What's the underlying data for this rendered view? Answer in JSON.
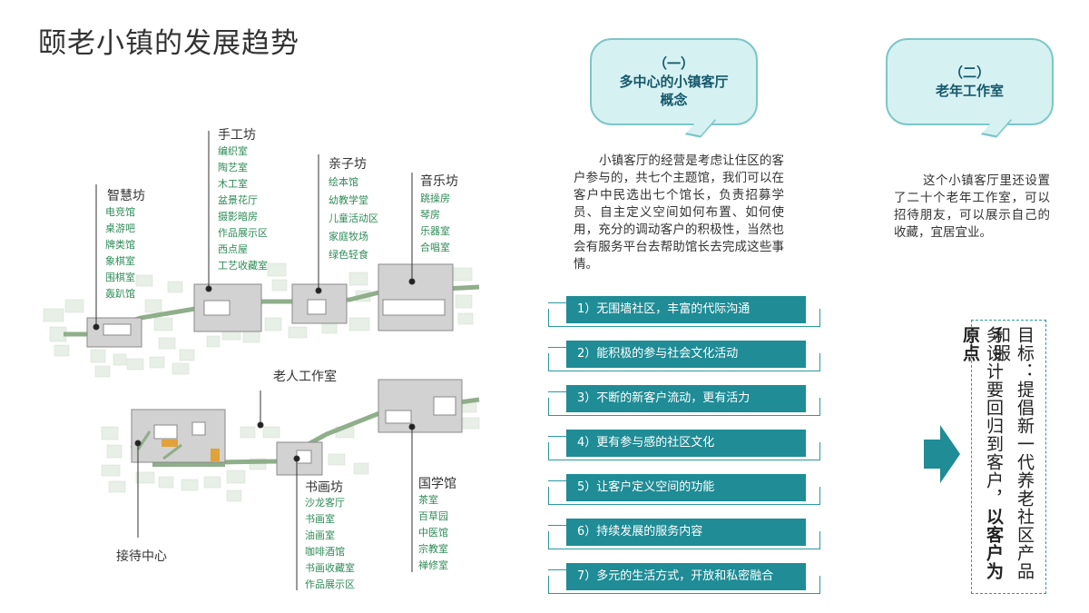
{
  "title": "颐老小镇的发展趋势",
  "plan": {
    "zones": [
      {
        "name": "智慧坊",
        "rooms": [
          "电竞馆",
          "桌游吧",
          "牌类馆",
          "象棋室",
          "围棋室",
          "轰趴馆"
        ]
      },
      {
        "name": "手工坊",
        "rooms": [
          "编织室",
          "陶艺室",
          "木工室",
          "盆景花厅",
          "摄影暗房",
          "作品展示区",
          "西点屋",
          "工艺收藏室"
        ]
      },
      {
        "name": "亲子坊",
        "rooms": [
          "绘本馆",
          "幼教学堂",
          "儿童活动区",
          "家庭牧场",
          "绿色轻食"
        ]
      },
      {
        "name": "音乐坊",
        "rooms": [
          "跳操房",
          "琴房",
          "乐器室",
          "合唱室"
        ]
      },
      {
        "name": "书画坊",
        "rooms": [
          "沙龙客厅",
          "书画室",
          "油画室",
          "咖啡酒馆",
          "书画收藏室",
          "作品展示区"
        ]
      },
      {
        "name": "国学馆",
        "rooms": [
          "茶室",
          "百草园",
          "中医馆",
          "宗教室",
          "禅修室"
        ]
      }
    ],
    "elder_studio": "老人工作室",
    "reception": "接待中心"
  },
  "tabs": [
    {
      "line1": "（一）",
      "line2": "多中心的小镇客厅",
      "line3": "概念"
    },
    {
      "line1": "（二）",
      "line2": "老年工作室",
      "line3": ""
    }
  ],
  "para1": "小镇客厅的经营是考虑让住区的客户参与的，共七个主题馆，我们可以在客户中民选出七个馆长，负责招募学员、自主定义空间如何布置、如何使用，充分的调动客户的积极性，当然也会有服务平台去帮助馆长去完成这些事情。",
  "para2": "这个小镇客厅里还设置了二十个老年工作室，可以招待朋友，可以展示自己的收藏，宜居宜业。",
  "features": [
    "1）无围墙社区，丰富的代际沟通",
    "2）能积极的参与社会文化活动",
    "3）不断的新客户流动，更有活力",
    "4）更有参与感的社区文化",
    "5）让客户定义空间的功能",
    "6）持续发展的服务内容",
    "7）多元的生活方式，开放和私密融合"
  ],
  "goal": {
    "col1": "目标：提倡新一代养老社区产品和服",
    "col2_normal": "务设计要回归到客户，",
    "col2_bold": "以客户为原点"
  },
  "colors": {
    "teal": "#1f8c96",
    "tab_fill": "#d6f1f2",
    "tab_border": "#7cc6c8",
    "green_path": "#8fae8a"
  }
}
